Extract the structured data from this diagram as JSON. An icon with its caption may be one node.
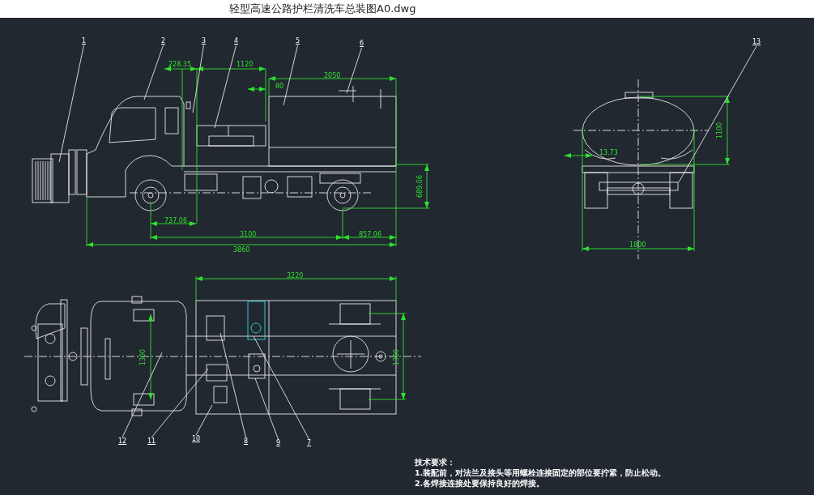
{
  "diagram": {
    "title": "轻型高速公路护栏清洗车总装图A0.dwg",
    "nodes": [
      {
        "text": [
          "1"
        ]
      },
      {
        "text": [
          "2"
        ]
      },
      {
        "text": [
          "3"
        ]
      },
      {
        "text": [
          "4"
        ]
      },
      {
        "text": [
          "5"
        ]
      },
      {
        "text": [
          "6"
        ]
      },
      {
        "text": [
          "13"
        ]
      },
      {
        "text": [
          "12"
        ]
      },
      {
        "text": [
          "11"
        ]
      },
      {
        "text": [
          "10"
        ]
      },
      {
        "text": [
          "8"
        ]
      },
      {
        "text": [
          "9"
        ]
      },
      {
        "text": [
          "7"
        ]
      }
    ],
    "edges": [
      {
        "from": 0,
        "to": null,
        "arrow": "none"
      },
      {
        "from": 1,
        "to": null,
        "arrow": "none"
      },
      {
        "from": 2,
        "to": null,
        "arrow": "none"
      },
      {
        "from": 3,
        "to": null,
        "arrow": "none"
      },
      {
        "from": 4,
        "to": null,
        "arrow": "none"
      },
      {
        "from": 5,
        "to": null,
        "arrow": "none"
      },
      {
        "from": 6,
        "to": null,
        "arrow": "none"
      },
      {
        "from": 7,
        "to": null,
        "arrow": "none"
      },
      {
        "from": 8,
        "to": null,
        "arrow": "none"
      },
      {
        "from": 9,
        "to": null,
        "arrow": "none"
      },
      {
        "from": 10,
        "to": null,
        "arrow": "none"
      },
      {
        "from": 11,
        "to": null,
        "arrow": "none"
      },
      {
        "from": 12,
        "to": null,
        "arrow": "none"
      }
    ],
    "labels": [
      "228.35",
      "1120",
      "2050",
      "80",
      "1100",
      "689.06",
      "13.73",
      "737.06",
      "3100",
      "857.06",
      "3860",
      "1800",
      "3220",
      "1300",
      "1300",
      "技术要求：",
      "1.装配前，对法兰及接头等用螺栓连接固定的部位要拧紧，防止松动。",
      "2.各焊接连接处要保持良好的焊接。"
    ]
  }
}
